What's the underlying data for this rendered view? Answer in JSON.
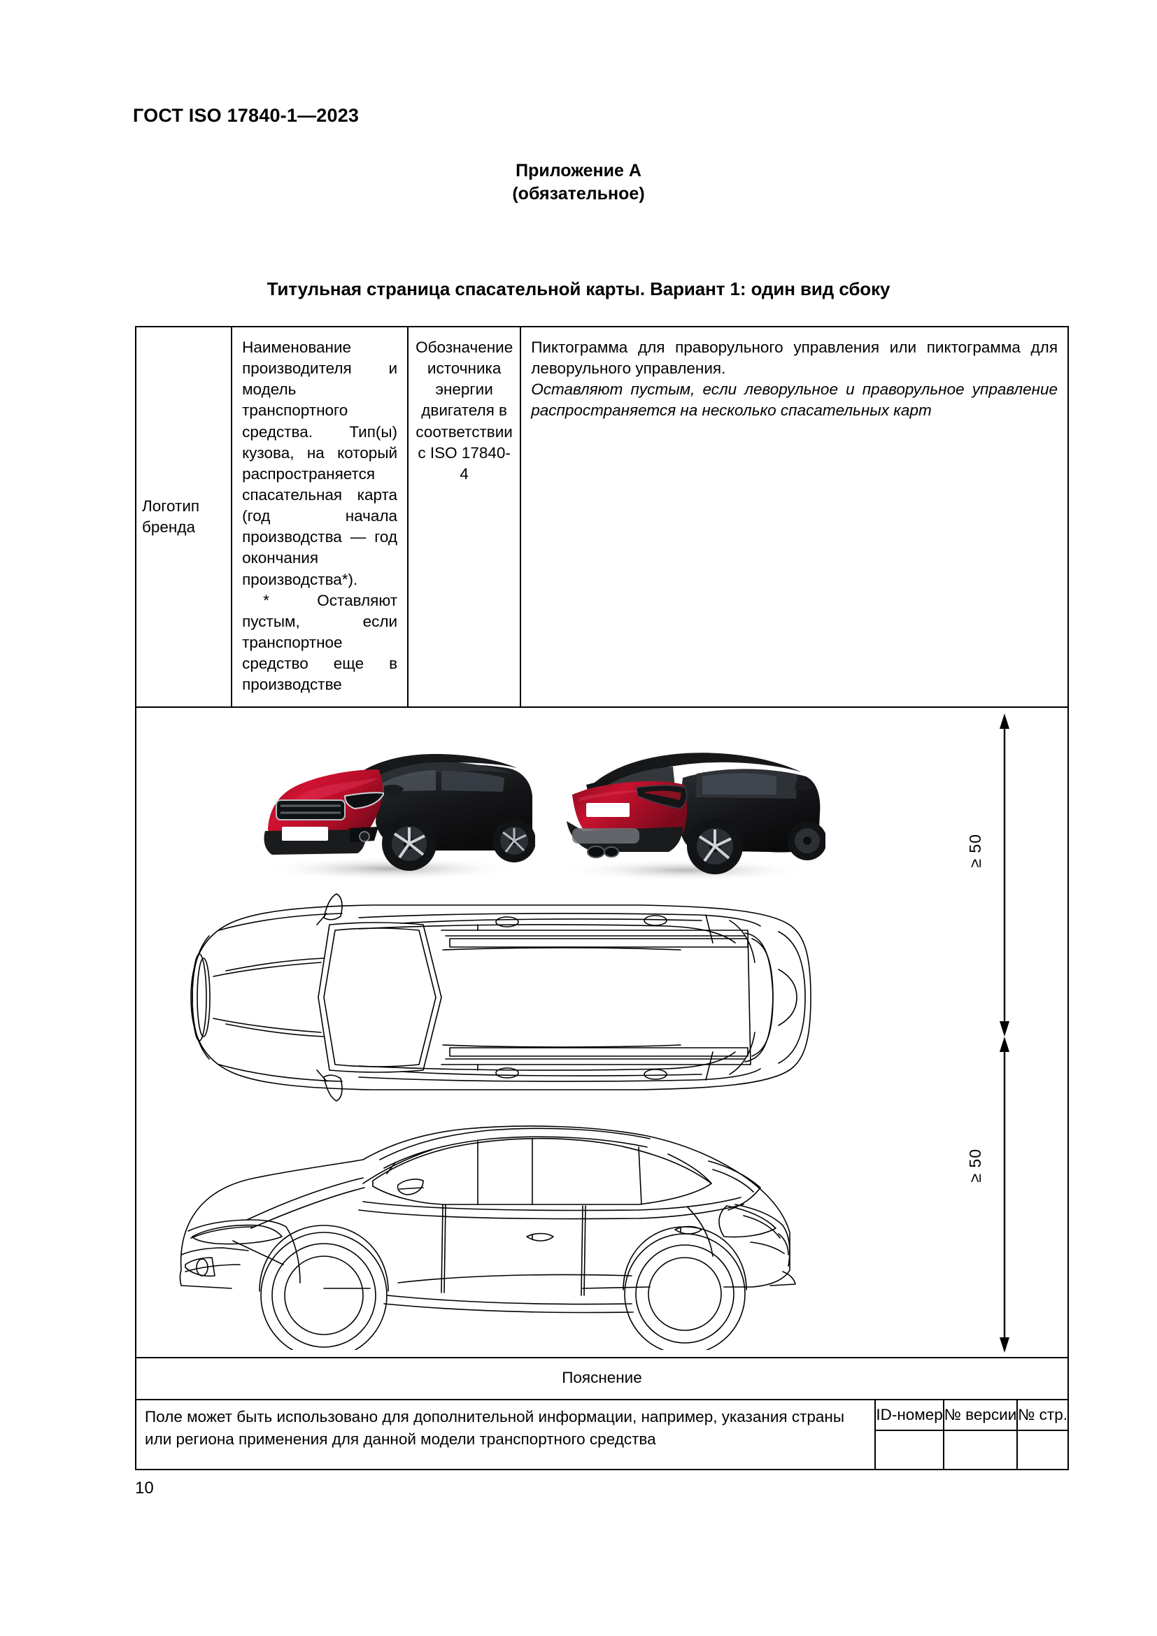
{
  "document": {
    "running_head": "ГОСТ ISO 17840-1—2023",
    "page_number": "10"
  },
  "annex": {
    "title": "Приложение А",
    "subtitle": "(обязательное)"
  },
  "figure": {
    "title": "Титульная страница спасательной карты. Вариант 1: один вид сбоку"
  },
  "sheet": {
    "header": {
      "logo_cell": "Логотип бренда",
      "name_cell": {
        "paragraph": "Наименование производителя и модель транспортного средства. Тип(ы) кузова, на который распространяется спасательная карта (год начала производства — год окончания производства*).",
        "footnote": "* Оставляют пустым, если транспортное средство еще в производстве"
      },
      "energy_cell": "Обозначение источника энергии двигателя в соответствии с ISO 17840-4",
      "pictogram_cell": {
        "paragraph": "Пиктограмма для праворульного управления или пиктограмма для леворульного управления.",
        "note_italic": "Оставляют пустым, если леворульное и праворульное управление распространяется на несколько спасательных карт"
      }
    },
    "drawings": {
      "photo_front_label": "vehicle-photo-front-three-quarter",
      "photo_rear_label": "vehicle-photo-rear-three-quarter",
      "topview_label": "vehicle-line-drawing-top-view",
      "sideview_label": "vehicle-line-drawing-side-view",
      "dimension_1": "≥ 50",
      "dimension_2": "≥ 50"
    },
    "explanation_row": "Пояснение",
    "footer": {
      "free_text": "Поле может быть использовано для дополнительной информации, например, указания страны или региона применения для данной модели транспортного средства",
      "columns": [
        {
          "header": "ID-номер",
          "value": ""
        },
        {
          "header": "№ версии",
          "value": ""
        },
        {
          "header": "№ стр.",
          "value": ""
        }
      ]
    }
  },
  "colors": {
    "ink": "#000000",
    "paper": "#ffffff",
    "car_red": "#c4102e",
    "car_red_dark": "#8e0c21",
    "car_black": "#1b1b1d",
    "car_glass": "#3d4146",
    "car_trim": "#b9bcc0"
  }
}
